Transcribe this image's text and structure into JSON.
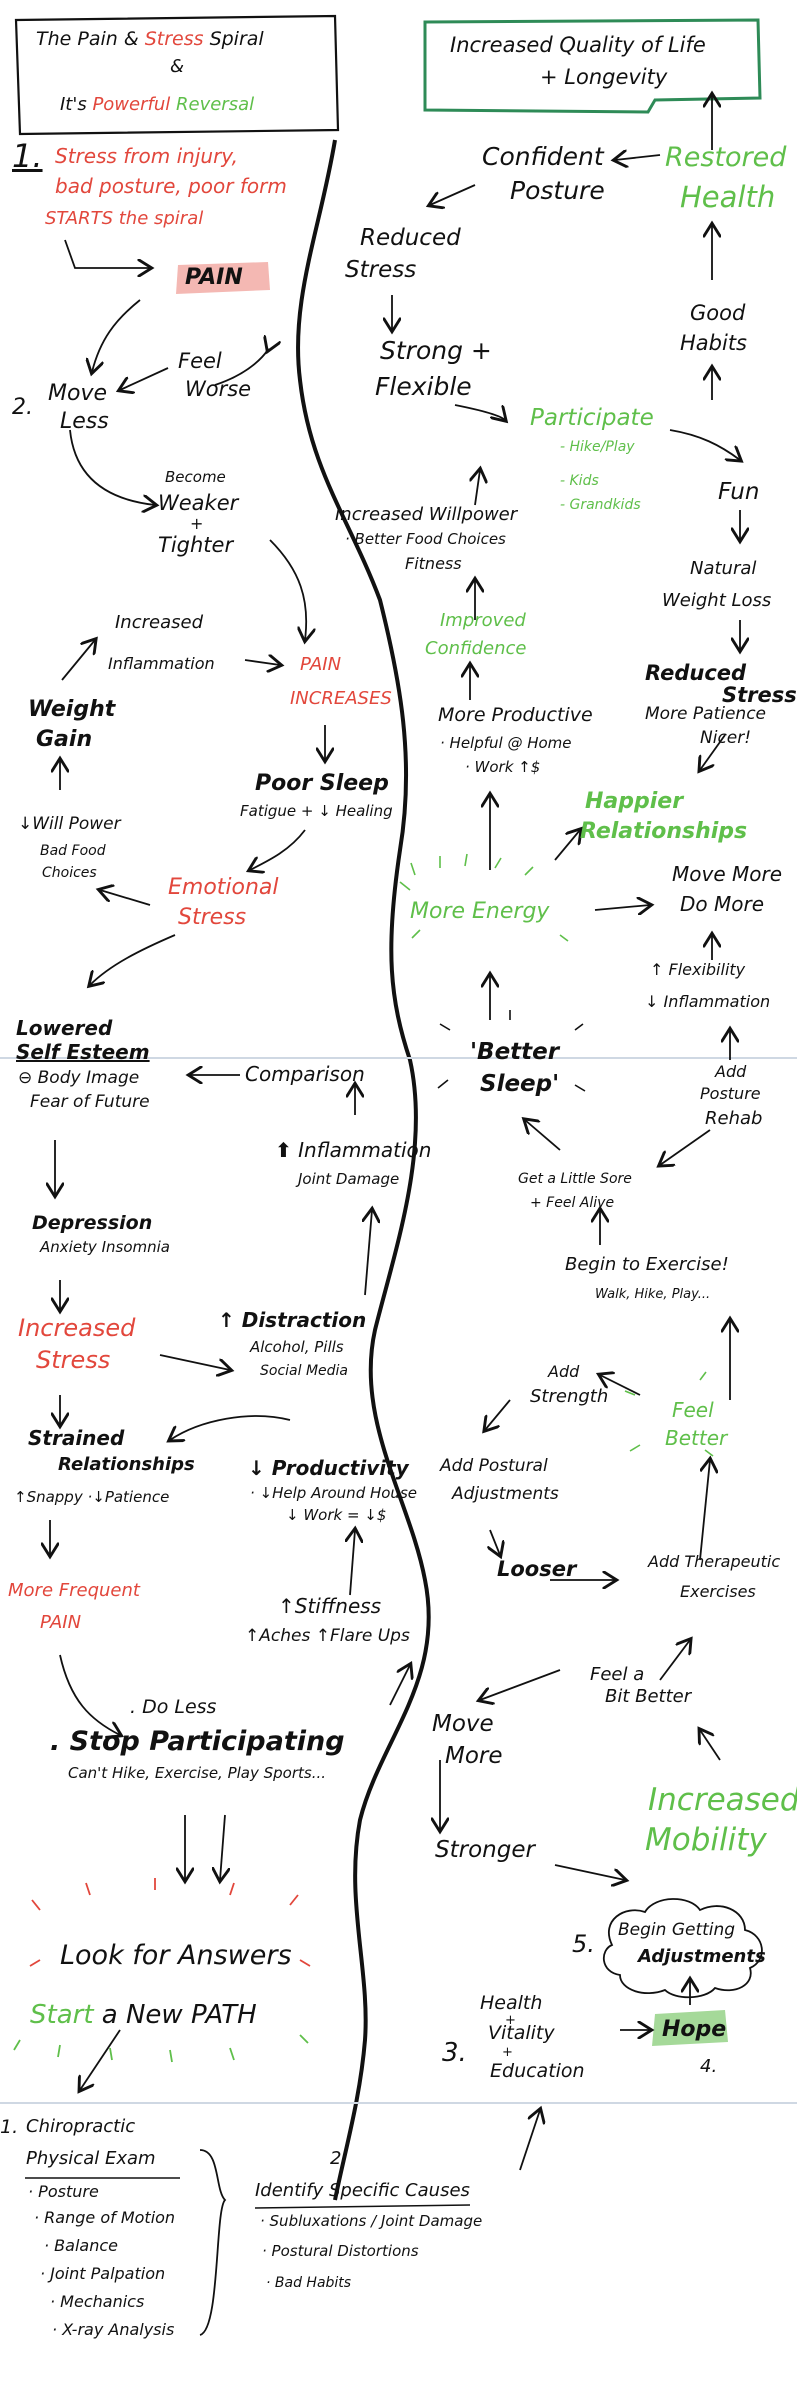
{
  "colors": {
    "ink": "#111111",
    "red": "#e2473c",
    "green": "#5fbf4a",
    "arrow_green": "#7fcf72",
    "arrow_red": "#e58a84",
    "divider": "#cfd8e3"
  },
  "header": {
    "left_line1_a": "The Pain &",
    "left_line1_b": "Stress",
    "left_line1_c": "Spiral",
    "left_amp": "&",
    "left_line3_a": "It's",
    "left_line3_b": "Powerful",
    "left_line3_c": "Reversal",
    "right_line1": "Increased Quality of Life",
    "right_line2": "+ Longevity"
  },
  "left_spiral": {
    "step1_num": "1.",
    "step1_text": [
      "Stress from injury,",
      "bad posture, poor form",
      "STARTS the spiral"
    ],
    "pain": "PAIN",
    "feel_worse": [
      "Feel",
      "Worse"
    ],
    "move_less_num": "2.",
    "move_less": [
      "Move",
      "Less"
    ],
    "weaker": [
      "Become",
      "Weaker",
      "+",
      "Tighter"
    ],
    "increased_inflammation": [
      "Increased",
      "Inflammation"
    ],
    "pain_increases": [
      "PAIN",
      "INCREASES"
    ],
    "weight_gain": [
      "Weight",
      "Gain"
    ],
    "poor_sleep": "Poor Sleep",
    "poor_sleep_sub": "Fatigue + ↓ Healing",
    "will_power": [
      "↓Will Power",
      "Bad Food",
      "Choices"
    ],
    "emotional_stress": [
      "Emotional",
      "Stress"
    ],
    "lowered_self_esteem": [
      "Lowered",
      "Self Esteem"
    ],
    "body_image": "⊖ Body Image",
    "fear_future": "Fear of Future",
    "comparison": "Comparison",
    "inflammation_joint": "Inflammation",
    "joint_damage": "Joint Damage",
    "depression": "Depression",
    "depression_sub": "Anxiety  Insomnia",
    "increased_stress": [
      "Increased",
      "Stress"
    ],
    "distraction": "↑ Distraction",
    "distraction_sub": [
      "Alcohol, Pills",
      "Social Media"
    ],
    "strained": [
      "Strained",
      "Relationships"
    ],
    "strained_sub": "↑Snappy  ·↓Patience",
    "productivity": "↓ Productivity",
    "productivity_sub": [
      "· ↓Help Around House",
      "↓ Work = ↓$"
    ],
    "more_frequent": [
      "More Frequent",
      "PAIN"
    ],
    "stiffness": "↑Stiffness",
    "aches": "↑Aches  ↑Flare Ups",
    "do_less": ". Do Less",
    "stop_participating": ". Stop Participating",
    "cant_hike": "Can't Hike, Exercise, Play Sports...",
    "look_for_answers": "Look for Answers",
    "start_new_path_a": "Start",
    "start_new_path_b": "a New PATH"
  },
  "right_reversal": {
    "confident_posture": [
      "Confident",
      "Posture"
    ],
    "restored_health": [
      "Restored",
      "Health"
    ],
    "reduced_stress": [
      "Reduced",
      "Stress"
    ],
    "good_habits": [
      "Good",
      "Habits"
    ],
    "strong_flexible": [
      "Strong +",
      "Flexible"
    ],
    "participate": "Participate",
    "participate_sub": [
      "- Hike/Play",
      "- Kids",
      "- Grandkids"
    ],
    "fun": "Fun",
    "increased_willpower": "Increased Willpower",
    "willpower_sub": [
      "· Better Food Choices",
      "Fitness"
    ],
    "natural_weight_loss": [
      "Natural",
      "Weight Loss"
    ],
    "improved_confidence": [
      "Improved",
      "Confidence"
    ],
    "reduced_stress2": [
      "Reduced",
      "Stress"
    ],
    "reduced_stress2_sub": [
      "More Patience",
      "Nicer!"
    ],
    "more_productive": "More Productive",
    "more_productive_sub": [
      "· Helpful @ Home",
      "· Work ↑$"
    ],
    "happier": [
      "Happier",
      "Relationships"
    ],
    "more_energy": "More Energy",
    "move_more": [
      "Move More",
      "Do More"
    ],
    "flexibility": [
      "↑ Flexibility",
      "↓ Inflammation"
    ],
    "better_sleep": [
      "'Better",
      "Sleep'"
    ],
    "add_posture": [
      "Add",
      "Posture",
      "Rehab"
    ],
    "sore_alive": [
      "Get a Little Sore",
      "+ Feel Alive"
    ],
    "begin_exercise": "Begin to Exercise!",
    "begin_exercise_sub": "Walk, Hike, Play...",
    "add_strength": [
      "Add",
      "Strength"
    ],
    "feel_better": [
      "Feel",
      "Better"
    ],
    "add_postural": [
      "Add Postural",
      "Adjustments"
    ],
    "looser": "Looser",
    "add_therapeutic": [
      "Add Therapeutic",
      "Exercises"
    ],
    "feel_bit_better": [
      "Feel a",
      "Bit Better"
    ],
    "move_more2": [
      "Move",
      "More"
    ],
    "stronger": "Stronger",
    "increased_mobility": [
      "Increased",
      "Mobility"
    ],
    "begin_adj_num": "5.",
    "begin_adj": [
      "Begin Getting",
      "Adjustments"
    ],
    "health": [
      "Health",
      "+",
      "Vitality",
      "+",
      "Education"
    ],
    "health_num": "3.",
    "hope": "Hope",
    "hope_num": "4."
  },
  "bottom": {
    "exam_num": "1.",
    "exam_title": [
      "Chiropractic",
      "Physical Exam"
    ],
    "exam_items": [
      "· Posture",
      "· Range of Motion",
      "· Balance",
      "· Joint Palpation",
      "· Mechanics",
      "· X-ray Analysis"
    ],
    "causes_num": "2.",
    "causes_title": "Identify Specific Causes",
    "causes_items": [
      "· Subluxations / Joint Damage",
      "· Postural Distortions",
      "· Bad Habits"
    ]
  }
}
